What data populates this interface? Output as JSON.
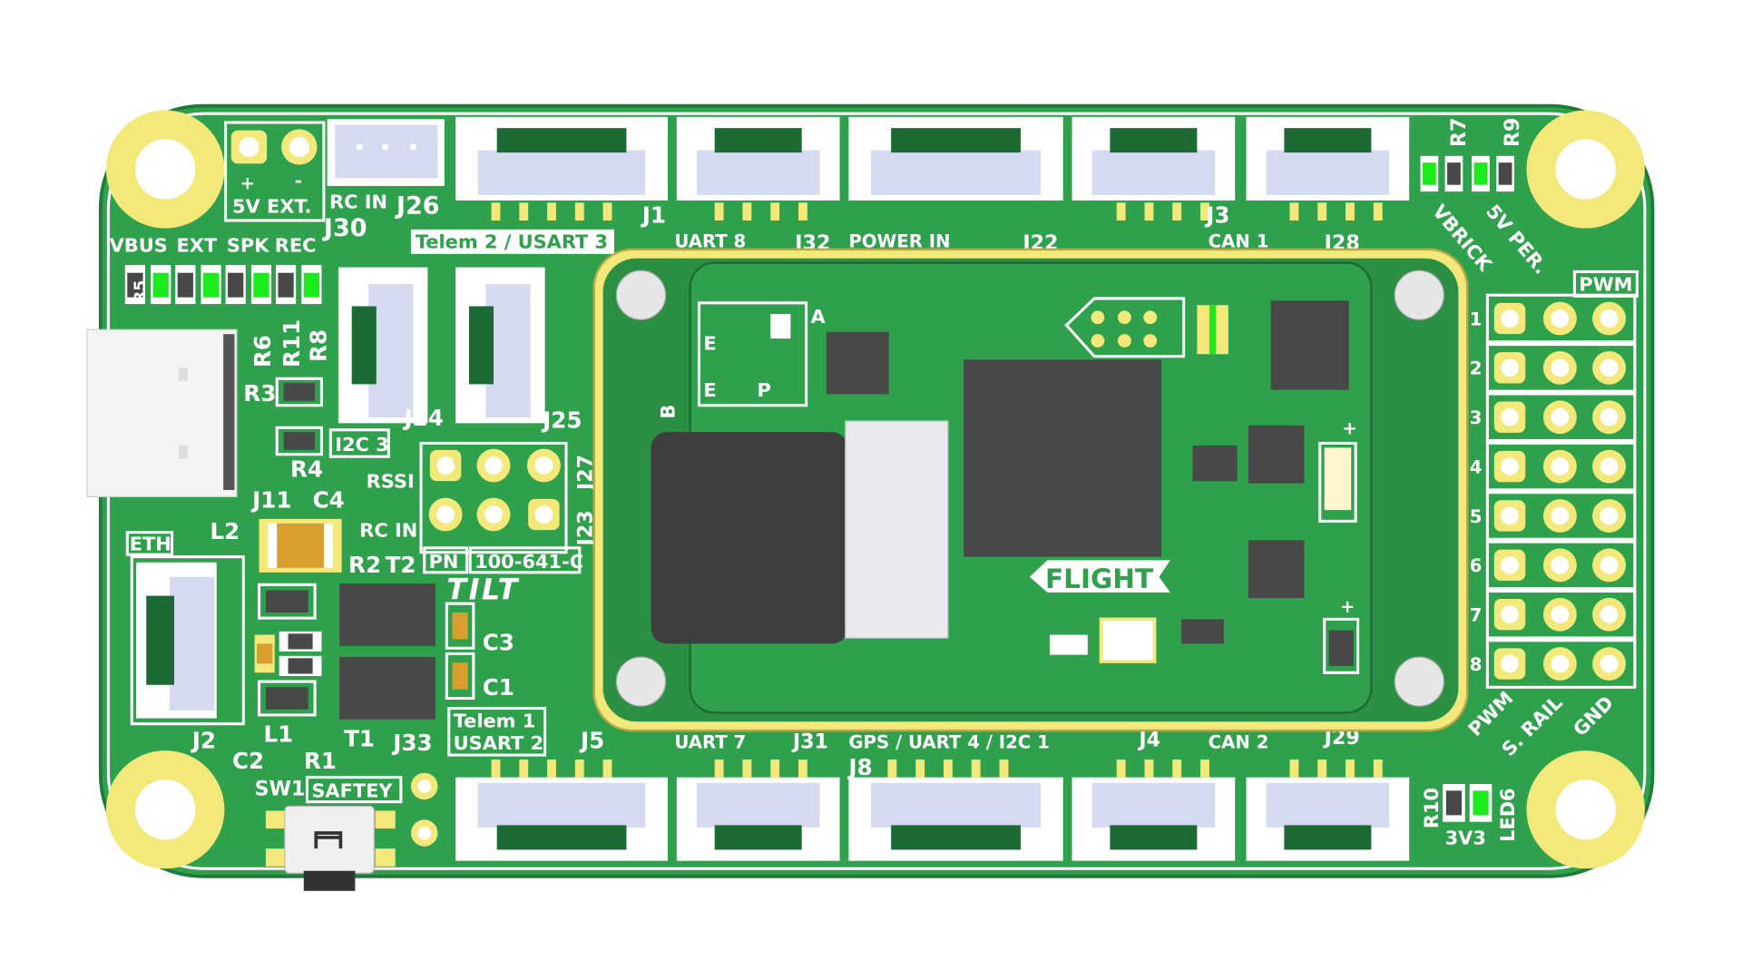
{
  "colors": {
    "board": "#2fa04c",
    "module": "#2fa04c",
    "pad": "#f3e97a",
    "silkscreen": "#ffffff",
    "chip": "#484848",
    "led_on": "#1bea1b"
  },
  "power": {
    "plus": "+",
    "minus": "-",
    "label": "5V EXT."
  },
  "labels": {
    "rc_in_top": "RC IN",
    "j26": "J26",
    "j30": "J30",
    "telem2": "Telem 2 / USART 3",
    "j1": "J1",
    "uart8": "UART 8",
    "j32": "J32",
    "power_in": "POWER IN",
    "j22": "J22",
    "j3": "J3",
    "can1": "CAN 1",
    "j28": "J28",
    "r7": "R7",
    "r9": "R9",
    "vbrick": "VBRICK",
    "five_v_per": "5V PER.",
    "pwm": "PWM",
    "vbus": "VBUS",
    "ext": "EXT",
    "spk": "SPK",
    "rec": "REC",
    "r5": "R5",
    "r6": "R6",
    "r11": "R11",
    "r8": "R8",
    "r3": "R3",
    "r4": "R4",
    "i2c3": "I2C 3",
    "j24": "J24",
    "j25": "J25",
    "j27": "J27",
    "j23": "J23",
    "rssi": "RSSI",
    "rc_in": "RC IN",
    "j11": "J11",
    "c4": "C4",
    "l2": "L2",
    "eth": "ETH",
    "r2": "R2",
    "t2": "T2",
    "pn": "PN",
    "part_number": "100-641-C",
    "logo": "TILT",
    "c3": "C3",
    "c1": "C1",
    "j2": "J2",
    "l1": "L1",
    "t1": "T1",
    "j33": "J33",
    "c2": "C2",
    "r1": "R1",
    "telem1": "Telem 1",
    "usart2": "USART 2",
    "j5": "J5",
    "uart7": "UART 7",
    "j31": "J31",
    "gps": "GPS / UART 4 / I2C 1",
    "j8": "J8",
    "j4": "J4",
    "can2": "CAN 2",
    "j29": "J29",
    "sw1": "SW1",
    "saftey": "SAFTEY",
    "r10": "R10",
    "three_v3": "3V3",
    "led6": "LED6",
    "pwm_col": "PWM",
    "s_rail": "S. RAIL",
    "gnd": "GND",
    "flight": "FLIGHT",
    "a": "A",
    "b": "B",
    "e1": "E",
    "e2": "E",
    "p": "P",
    "plus1": "+",
    "plus2": "+"
  },
  "pwm_rows": [
    "1",
    "2",
    "3",
    "4",
    "5",
    "6",
    "7",
    "8"
  ],
  "status_leds": [
    {
      "name": "VBUS",
      "on": true
    },
    {
      "name": "EXT",
      "on": true
    },
    {
      "name": "SPK",
      "on": true
    },
    {
      "name": "REC",
      "on": true
    }
  ]
}
